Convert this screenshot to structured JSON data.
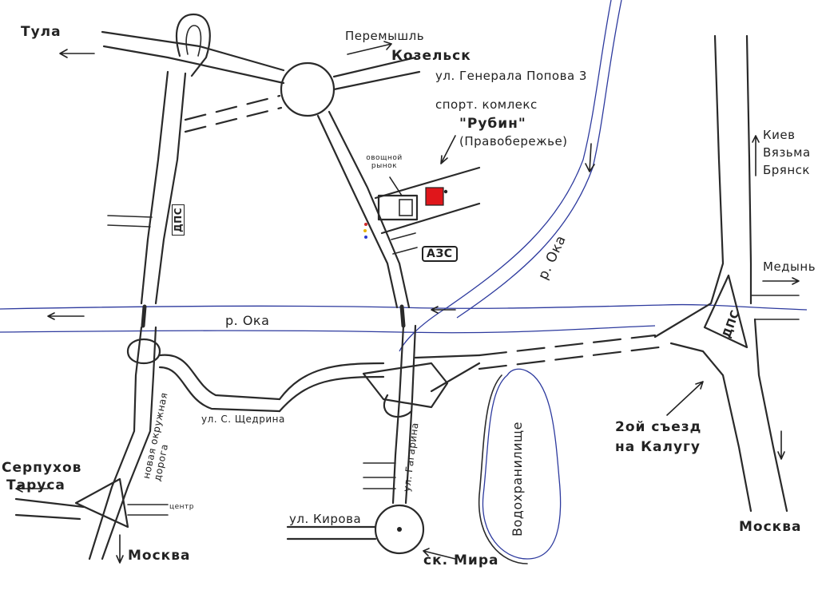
{
  "labels": {
    "tula": "Тула",
    "peremyshl": "Перемышль",
    "kozelsk": "Козельск",
    "street_popova": "ул. Генерала Попова 3",
    "sport_complex": "спорт. комлекс",
    "rubin": "\"Рубин\"",
    "pravoberezhye": "(Правобережье)",
    "market": "овощной рынок",
    "azs": "АЗС",
    "dps": "ДПС",
    "river_oka": "р. Ока",
    "kiev": "Киев",
    "vyazma": "Вязьма",
    "bryansk": "Брянск",
    "medyn": "Медынь",
    "new_ring_road": "новая окружная дорога",
    "shchedrina": "ул. С. Щедрина",
    "gagarina": "ул. Гагарина",
    "kirova": "ул. Кирова",
    "reservoir": "Водохранилище",
    "exit_2": "2ой съезд",
    "to_kaluga": "на Калугу",
    "serpukhov": "Серпухов",
    "tarusa": "Таруса",
    "center": "центр",
    "moskva_left": "Москва",
    "moskva_right": "Москва",
    "sk_mira": "ск. Мира"
  },
  "colors": {
    "road": "#2a2a2a",
    "river": "#2d3a9e",
    "destination": "#e0161b",
    "paper": "#ffffff"
  },
  "icons": {
    "destination": "red-square-marker",
    "dots": "colored-dots"
  }
}
